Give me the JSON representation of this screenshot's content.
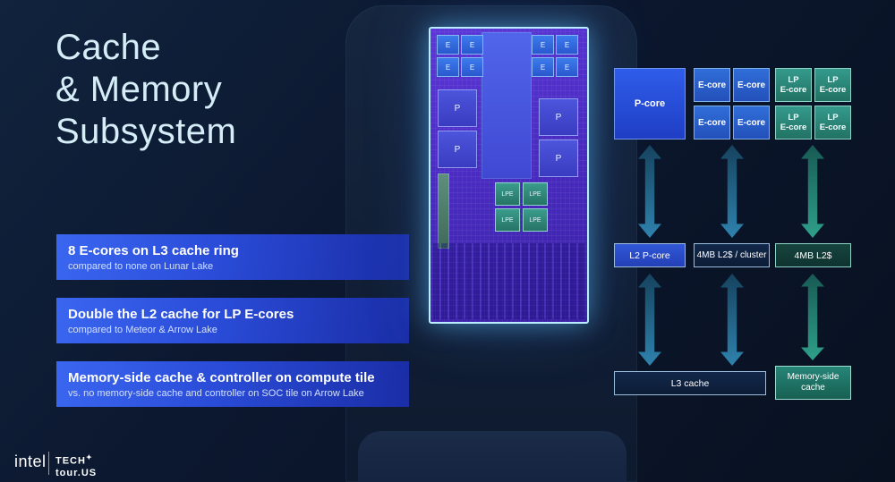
{
  "slide": {
    "title_lines": [
      "Cache",
      "& Memory",
      "Subsystem"
    ]
  },
  "banners": [
    {
      "heading": "8 E-cores on L3 cache ring",
      "sub": "compared to none on Lunar Lake"
    },
    {
      "heading": "Double the L2 cache for LP E-cores",
      "sub": "compared to Meteor & Arrow Lake"
    },
    {
      "heading": "Memory-side cache & controller on compute tile",
      "sub": "vs. no memory-side cache and controller on SOC tile on Arrow Lake"
    }
  ],
  "die": {
    "e": "E",
    "p": "P",
    "lpe": "LPE"
  },
  "diagram": {
    "pcore_label": "P-core",
    "ecore_label": "E-core",
    "lp_line1": "LP",
    "lp_line2": "E-core",
    "l2_pcore_label": "L2 P-core",
    "l2_cluster_label": "4MB L2$ / cluster",
    "l2_lp_label": "4MB L2$",
    "l3_label": "L3 cache",
    "msc_line1": "Memory-side",
    "msc_line2": "cache"
  },
  "footer": {
    "intel_label": "intel",
    "tech_label": "TECH",
    "star": "✦",
    "tour_label": "tour.US"
  },
  "colors": {
    "background": "#0c1830",
    "banner_blue": "#2f5de8",
    "die_purple": "#4a2cc2",
    "glow_cyan": "#b9ecff",
    "core_blue": "#2f5dea",
    "teal": "#2a9488"
  }
}
